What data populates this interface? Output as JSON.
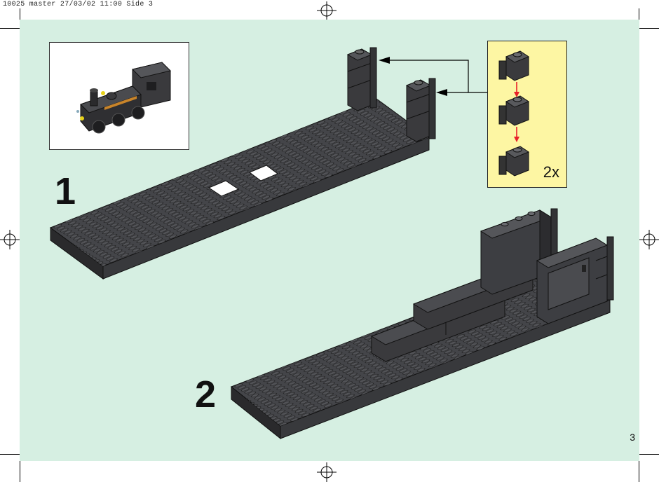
{
  "slug": {
    "text": "10025 master   27/03/02   11:00   Side 3"
  },
  "steps": [
    {
      "number": "1"
    },
    {
      "number": "2"
    }
  ],
  "callout": {
    "quantity": "2x"
  },
  "page_number": "3",
  "colors": {
    "page_background": "#d6efe2",
    "callout_background": "#fdf6a3",
    "brick_dark": "#3a3a3d",
    "arrow_red": "#e8202a"
  },
  "icons": [
    "registration-mark-icon",
    "locomotive-preview-image",
    "lego-brick-icon",
    "arrow-icon"
  ]
}
